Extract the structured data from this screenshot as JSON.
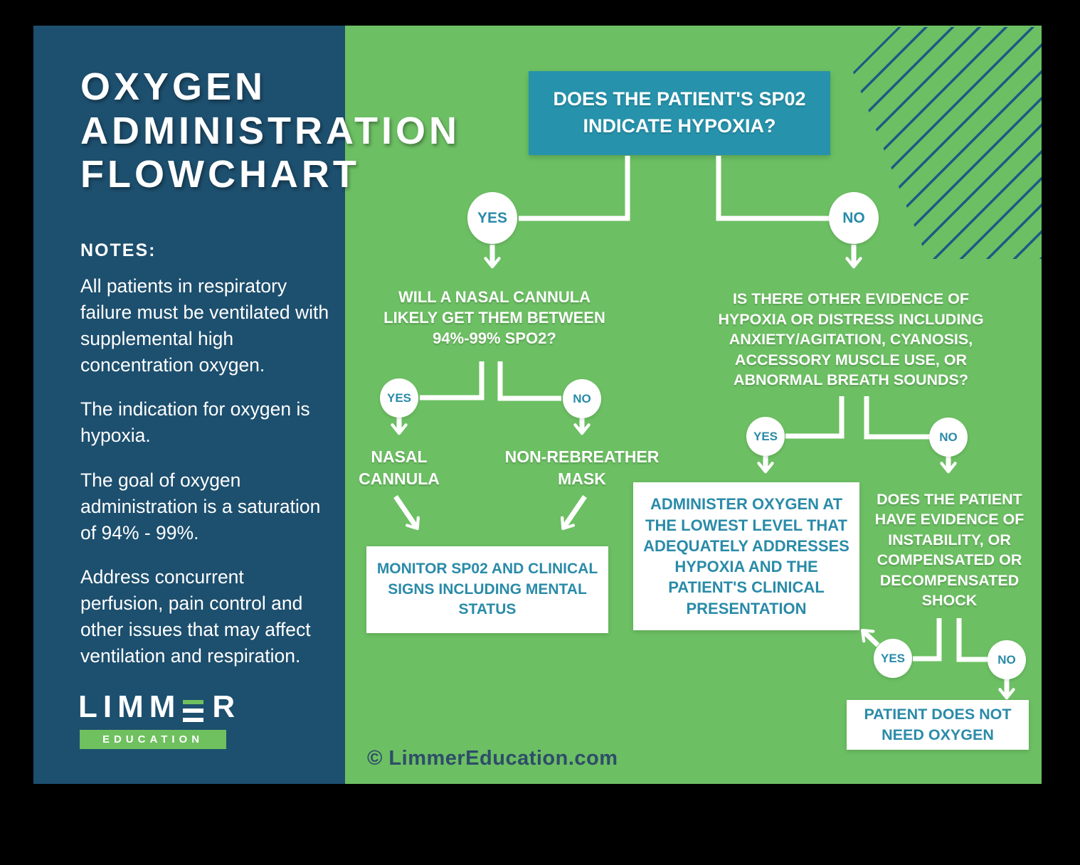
{
  "poster": {
    "title_lines": [
      "OXYGEN",
      "ADMINISTRATION",
      "FLOWCHART"
    ],
    "notes_heading": "NOTES:",
    "notes": [
      "All patients in respiratory failure must be ventilated with supplemental high concentration oxygen.",
      "The indication for oxygen is hypoxia.",
      "The goal of oxygen administration is a saturation of 94% - 99%.",
      "Address concurrent perfusion, pain control and other issues that may affect ventilation and respiration."
    ],
    "logo": {
      "brand_left": "LIMM",
      "brand_right": "R",
      "subtitle": "EDUCATION"
    },
    "copyright": "© LimmerEducation.com"
  },
  "flowchart": {
    "labels": {
      "yes": "YES",
      "no": "NO"
    },
    "root_question": "DOES THE PATIENT'S SP02 INDICATE HYPOXIA?",
    "left_branch": {
      "question": "WILL A NASAL CANNULA LIKELY GET THEM BETWEEN 94%-99% SPO2?",
      "yes_node": "NASAL CANNULA",
      "no_node": "NON-REBREATHER MASK",
      "outcome": "MONITOR SP02 AND CLINICAL SIGNS INCLUDING MENTAL STATUS"
    },
    "right_branch": {
      "question": "IS THERE OTHER EVIDENCE OF HYPOXIA OR DISTRESS INCLUDING ANXIETY/AGITATION, CYANOSIS, ACCESSORY MUSCLE USE, OR ABNORMAL BREATH SOUNDS?",
      "yes_outcome": "ADMINISTER OXYGEN AT THE LOWEST LEVEL THAT ADEQUATELY ADDRESSES HYPOXIA AND THE PATIENT'S CLINICAL PRESENTATION",
      "no_question": "DOES THE PATIENT HAVE EVIDENCE OF INSTABILITY, OR COMPENSATED OR DECOMPENSATED SHOCK",
      "no_outcome": "PATIENT DOES NOT NEED OXYGEN"
    }
  },
  "colors": {
    "background_black": "#000000",
    "panel_navy": "#1d4f6e",
    "canvas_green": "#6cbf63",
    "node_teal": "#2692ab",
    "accent_teal_text": "#2a8ba8",
    "stripe_blue": "#1d5b82",
    "logo_green": "#6fc05f",
    "copyright_navy": "#2e4d68"
  }
}
